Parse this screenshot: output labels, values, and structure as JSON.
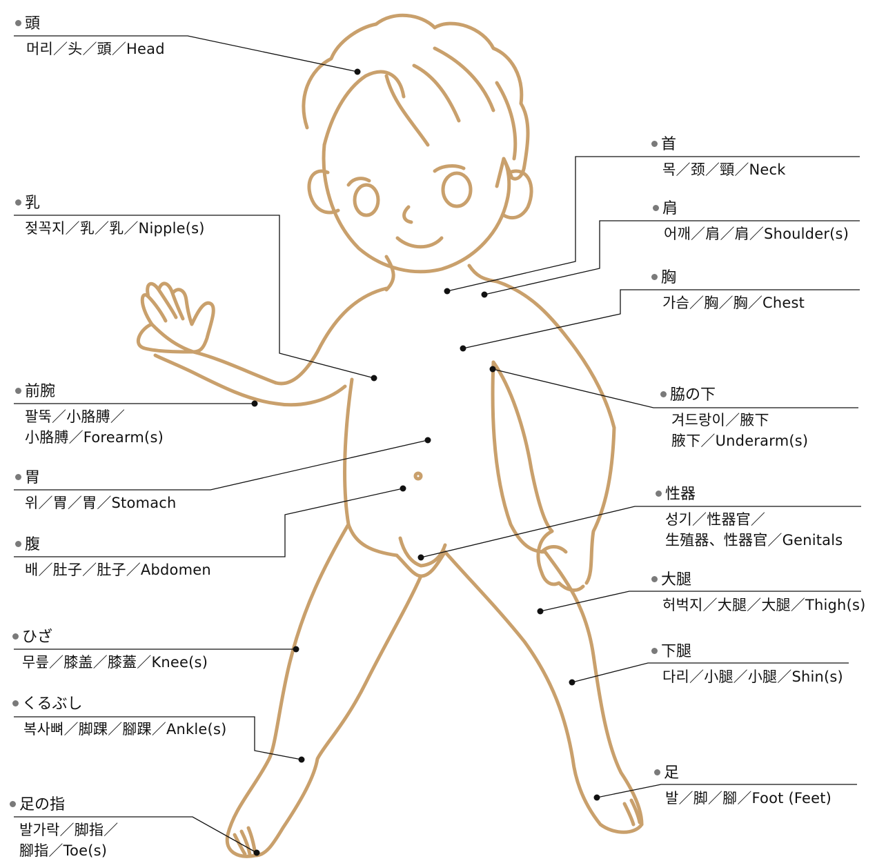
{
  "colors": {
    "outline": "#c9a06c",
    "leader": "#111111",
    "bullet": "#7a7a7a"
  },
  "labels": {
    "head": {
      "title": "頭",
      "line1": "머리／头／頭／Head"
    },
    "nipple": {
      "title": "乳",
      "line1": "젖꼭지／乳／乳／Nipple(s)"
    },
    "forearm": {
      "title": "前腕",
      "line1": "팔뚝／小胳膊／",
      "line2": "小胳膊／Forearm(s)"
    },
    "stomach": {
      "title": "胃",
      "line1": "위／胃／胃／Stomach"
    },
    "abdomen": {
      "title": "腹",
      "line1": "배／肚子／肚子／Abdomen"
    },
    "knee": {
      "title": "ひざ",
      "line1": "무릎／膝盖／膝蓋／Knee(s)"
    },
    "ankle": {
      "title": "くるぶし",
      "line1": "복사뼈／脚踝／腳踝／Ankle(s)"
    },
    "toe": {
      "title": "足の指",
      "line1": "발가락／脚指／",
      "line2": "腳指／Toe(s)"
    },
    "neck": {
      "title": "首",
      "line1": "목／颈／頸／Neck"
    },
    "shoulder": {
      "title": "肩",
      "line1": "어깨／肩／肩／Shoulder(s)"
    },
    "chest": {
      "title": "胸",
      "line1": "가슴／胸／胸／Chest"
    },
    "underarm": {
      "title": "脇の下",
      "line1": "겨드랑이／腋下",
      "line2": "腋下／Underarm(s)"
    },
    "genitals": {
      "title": "性器",
      "line1": "성기／性器官／",
      "line2": "生殖器、性器官／Genitals"
    },
    "thigh": {
      "title": "大腿",
      "line1": "허벅지／大腿／大腿／Thigh(s)"
    },
    "shin": {
      "title": "下腿",
      "line1": "다리／小腿／小腿／Shin(s)"
    },
    "foot": {
      "title": "足",
      "line1": "발／脚／腳／Foot (Feet)"
    }
  }
}
